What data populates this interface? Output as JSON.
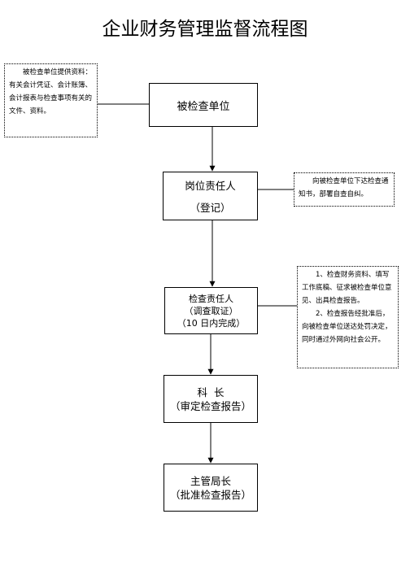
{
  "title": "企业财务管理监督流程图",
  "nodes": [
    {
      "id": "inspected-unit",
      "lines": [
        "被检查单位"
      ]
    },
    {
      "id": "post-responsible",
      "lines": [
        "岗位责任人",
        "（登记）"
      ]
    },
    {
      "id": "inspection-responsible",
      "lines": [
        "检查责任人",
        "（调查取证）",
        "（10 日内完成）"
      ]
    },
    {
      "id": "section-chief",
      "lines": [
        "科  长",
        "（审定检查报告）"
      ]
    },
    {
      "id": "director",
      "lines": [
        "主管局长",
        "（批准检查报告）"
      ]
    }
  ],
  "notes": {
    "left": [
      "被检查单位提供资料：有关会计凭证、会计账簿、会计报表与检查事项有关的文件、资料。"
    ],
    "right_top": [
      "向被检查单位下达检查通知书，部署自查自纠。"
    ],
    "right_mid": [
      "1、检查财务资料、填写工作底稿、征求被检查单位意见、出具检查报告。",
      "2、检查报告经批准后，向被检查单位送达处罚决定，同时通过外网向社会公开。"
    ]
  }
}
